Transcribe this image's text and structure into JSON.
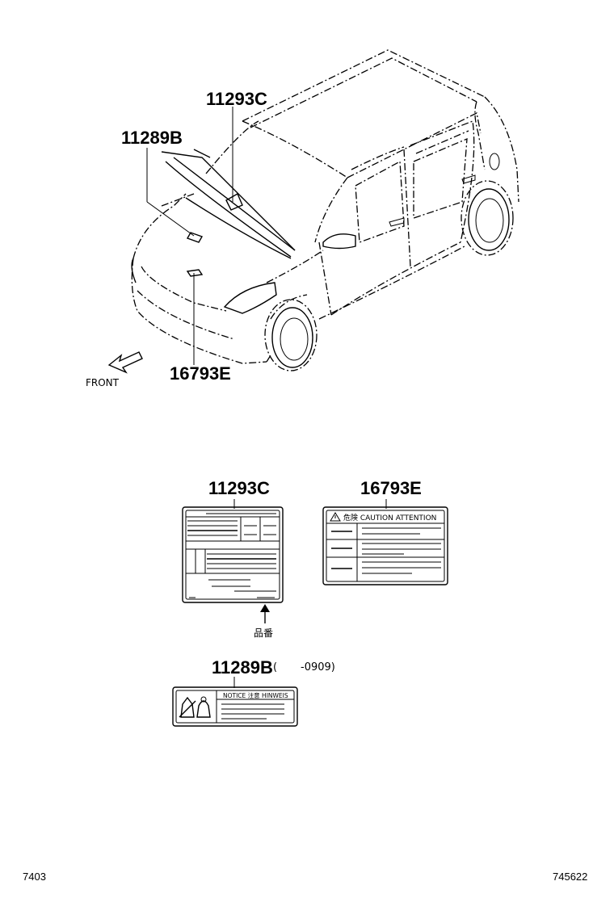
{
  "callouts": {
    "hood_label": "11293C",
    "radiator_label": "11289B",
    "front_label": "16793E",
    "front_arrow": "FRONT"
  },
  "detail_11293c": {
    "part_no": "11293C",
    "parts_number_mark": "品番"
  },
  "detail_16793e": {
    "part_no": "16793E",
    "header": "危険  CAUTION  ATTENTION"
  },
  "detail_11289b": {
    "part_no": "11289B",
    "range_note": "(       -0909)",
    "header": "NOTICE   注意   HINWEIS"
  },
  "footer": {
    "left_code": "7403",
    "right_code": "745622"
  },
  "icons": {
    "warning_triangle": "warning-triangle-icon",
    "arrow_up": "arrow-up-icon",
    "front_arrow": "front-arrow-icon"
  }
}
